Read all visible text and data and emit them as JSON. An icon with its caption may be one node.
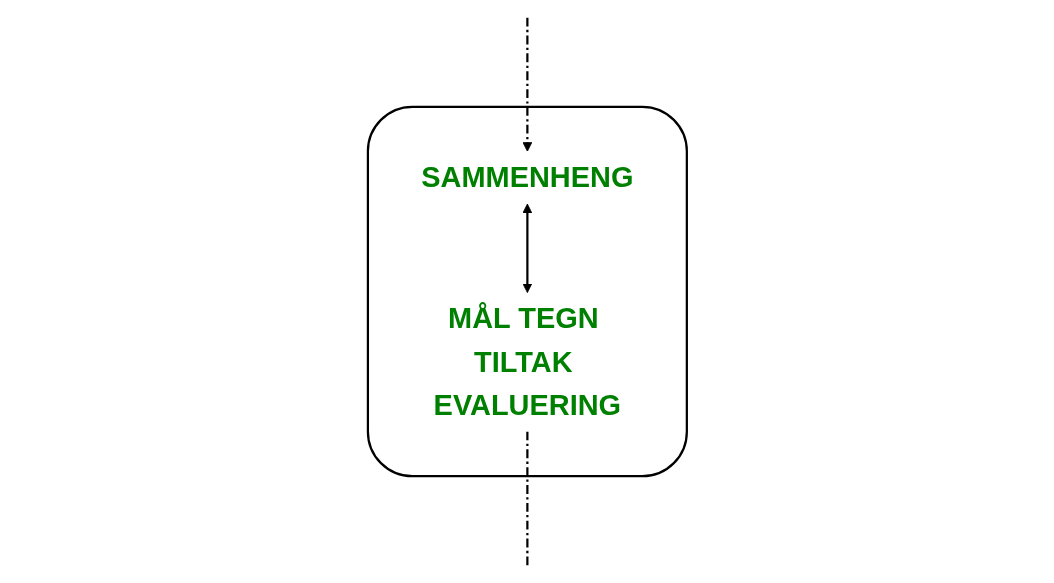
{
  "diagram": {
    "nodes": [
      {
        "text": [],
        "shape": "box"
      },
      {
        "text": [
          "SAMMENHENG"
        ],
        "in": 0
      },
      {
        "text": [
          "MÅL TEGN TILTAK EVALUERING"
        ],
        "in": 0
      }
    ],
    "edges": [
      {
        "from": 1,
        "to": 2,
        "arrow": "both"
      },
      {
        "from": null,
        "to": 1,
        "arrow": "to",
        "style": "dashed"
      },
      {
        "from": 2,
        "to": null,
        "arrow": "none",
        "style": "dashed"
      }
    ]
  }
}
